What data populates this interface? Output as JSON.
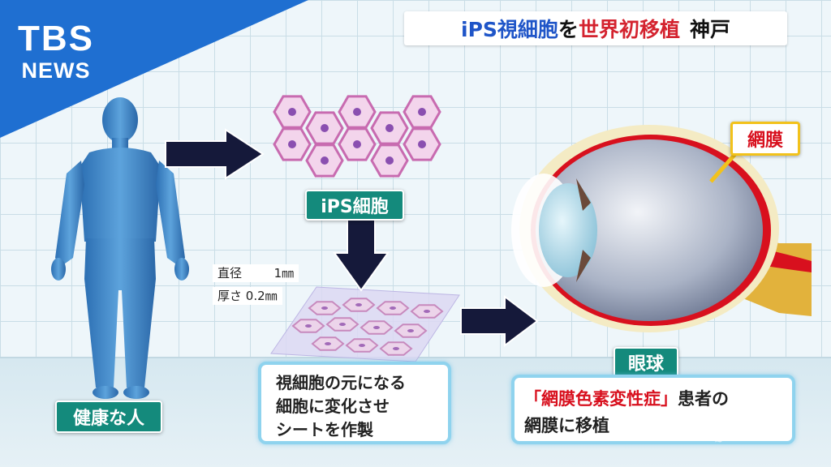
{
  "broadcaster": {
    "line1": "TBS",
    "line2": "NEWS"
  },
  "headline": {
    "part1": "iPS視細胞",
    "part2": "を",
    "part3": "世界初移植",
    "location": "神戸"
  },
  "labels": {
    "ips_cell": "iPS細胞",
    "healthy_person": "健康な人",
    "eyeball": "眼球",
    "retina": "網膜"
  },
  "dimensions": {
    "diameter_label": "直径",
    "diameter_value": "1㎜",
    "thickness_label": "厚さ",
    "thickness_value": "0.2㎜"
  },
  "sheet_text": {
    "line1": "視細胞の元になる",
    "line2": "細胞に変化させ",
    "line3": "シートを作製"
  },
  "transplant_text": {
    "quote": "「網膜色素変性症」",
    "rest": "患者の",
    "line2": "網膜に移植"
  },
  "colors": {
    "logo_blue": "#1f6fd1",
    "tag_teal": "#148a7c",
    "headline_red": "#d4232f",
    "headline_blue": "#1f55c8",
    "arrow_navy": "#15193a",
    "retina_red": "#d8101e",
    "box_border": "#8fd3ee"
  }
}
